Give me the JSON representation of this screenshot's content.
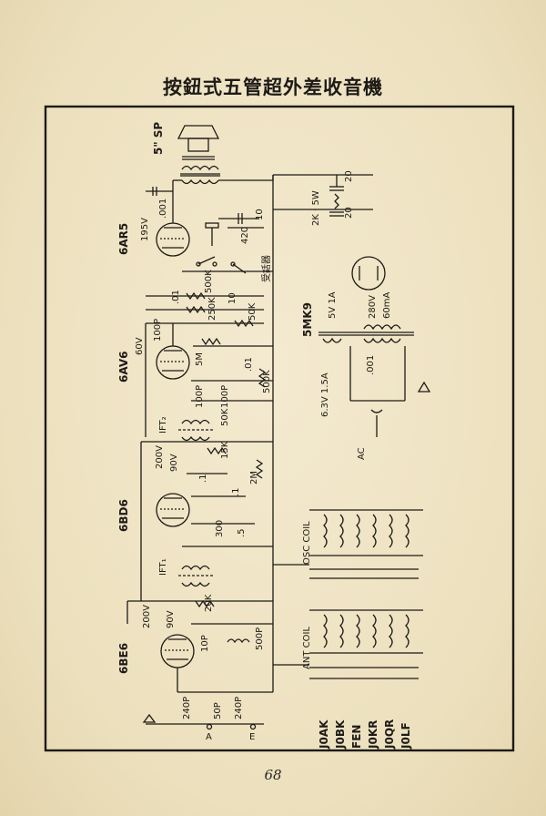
{
  "title": "按鈕式五管超外差收音機",
  "page_number": "68",
  "tubes": {
    "t1": "6AR5",
    "t2": "6AV6",
    "t3": "6BD6",
    "t4": "6BE6",
    "rect": "5MK9"
  },
  "speaker": "5\" SP",
  "labels": {
    "v195": "195V",
    "c001a": ".001",
    "r420": "420",
    "c10a": "10",
    "c01a": ".01",
    "r500k": "500K",
    "c10b": "10",
    "r250k": "250K",
    "r50k": "50K",
    "v60": "60V",
    "c100p_a": "100P",
    "r5m": "5M",
    "c01b": ".01",
    "c100p_b": "100P",
    "c100p_c": "100P",
    "r50k_b": "50K",
    "r500k_b": "500K",
    "ift2": "IFT₂",
    "v200a": "200V",
    "v90a": "90V",
    "r15k": "15K",
    "c1a": ".1",
    "c1b": ".1",
    "r2m": "2M",
    "r300": "300",
    "c5": ".5",
    "ift1": "IFT₁",
    "v200b": "200V",
    "v90b": "90V",
    "r20k": "20K",
    "c10p": "10P",
    "c500p": "500P",
    "c240p_a": "240P",
    "c50p": "50P",
    "c240p_b": "240P",
    "term_a": "A",
    "term_e": "E",
    "osc_coil": "OSC COIL",
    "ant_coil": "ANT COIL",
    "c20a": "20",
    "r2k": "2K · 5W",
    "c20b": "20",
    "v5": "5V 1A",
    "v280": "280V",
    "ma60": "60mA",
    "v63": "6.3V 1.5A",
    "c001b": ".001",
    "ac": "AC",
    "switch_cn": "受話器"
  },
  "buttons": [
    "J0AK",
    "J0BK",
    "FEN",
    "J0KR",
    "J0QR",
    "J0LF"
  ]
}
